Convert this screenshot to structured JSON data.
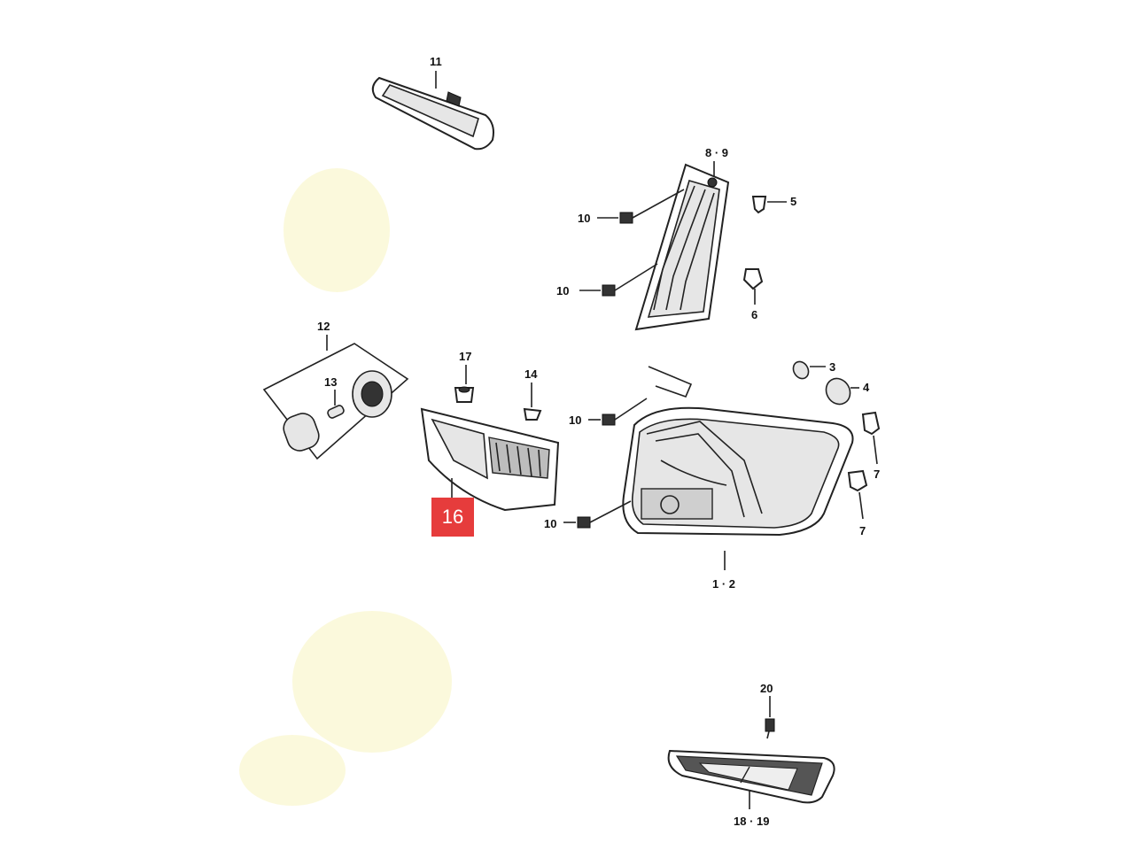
{
  "callouts": {
    "c11": "11",
    "c8_9": "8 · 9",
    "c5": "5",
    "c10a": "10",
    "c10b": "10",
    "c6": "6",
    "c12": "12",
    "c13": "13",
    "c17": "17",
    "c14": "14",
    "c3": "3",
    "c4": "4",
    "c10c": "10",
    "c7a": "7",
    "c7b": "7",
    "c10d": "10",
    "c1_2": "1 · 2",
    "c20": "20",
    "c18_19": "18 · 19"
  },
  "highlight": {
    "label": "16",
    "color": "#e63c3c"
  }
}
